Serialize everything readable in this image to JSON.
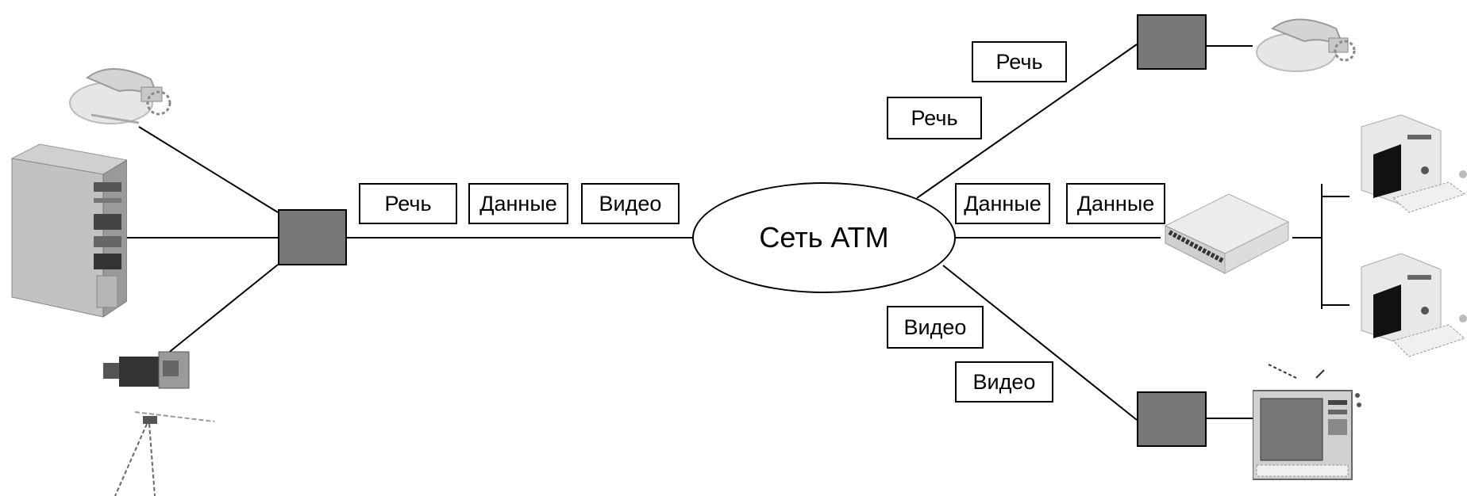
{
  "network": {
    "label": "Сеть АТМ"
  },
  "segments": {
    "left_trunk": [
      "Речь",
      "Данные",
      "Видео"
    ],
    "upper_right": [
      "Речь",
      "Речь"
    ],
    "middle_right": [
      "Данные",
      "Данные"
    ],
    "lower_right": [
      "Видео",
      "Видео"
    ]
  },
  "devices": {
    "left": [
      "telephone-icon",
      "server-tower-icon",
      "video-camera-icon"
    ],
    "right": [
      "telephone-icon",
      "network-hub-icon",
      "desktop-computer-icon",
      "desktop-computer-icon",
      "television-icon"
    ]
  },
  "colors": {
    "multiplexer": "#777777",
    "line": "#000000",
    "background": "#ffffff"
  }
}
